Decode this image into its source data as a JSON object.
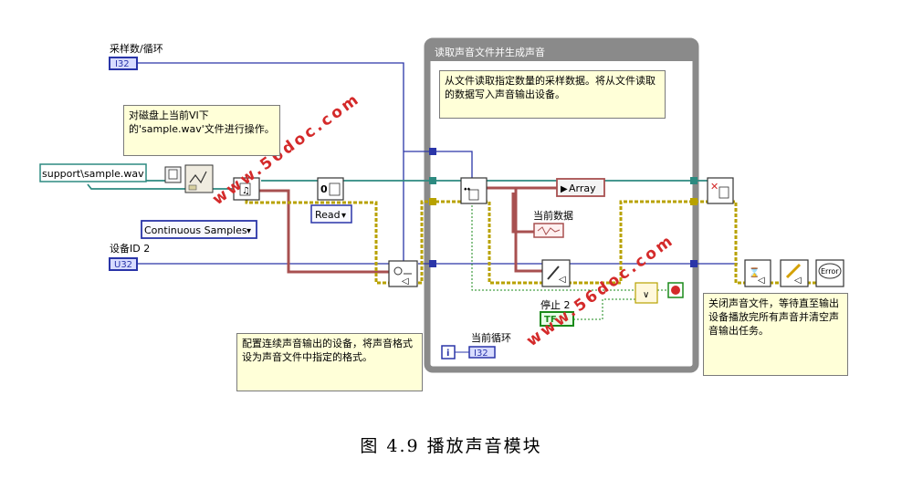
{
  "labels": {
    "sample_per_loop": "采样数/循环",
    "device_id": "设备ID 2",
    "loop_title": "读取声音文件并生成声音",
    "current_data": "当前数据",
    "stop": "停止 2",
    "current_loop": "当前循环"
  },
  "terminals": {
    "i32": "I32",
    "u32": "U32",
    "i_icon": "i"
  },
  "controls": {
    "file_path": "support\\sample.wav",
    "samples_mode": "Continuous Samples",
    "read_mode": "Read",
    "open_index": "0",
    "array_indicator": "Array",
    "stop_value": "TF"
  },
  "notes": {
    "file_note": "对磁盘上当前VI下的'sample.wav'文件进行操作。",
    "loop_note": "从文件读取指定数量的采样数据。将从文件读取的数据写入声音输出设备。",
    "config_note": "配置连续声音输出的设备，将声音格式设为声音文件中指定的格式。",
    "close_note": "关闭声音文件，等待直至输出设备播放完所有声音并清空声音输出任务。"
  },
  "error_label": "Error",
  "watermark": "www.56doc.com",
  "caption": "图 4.9 播放声音模块",
  "colors": {
    "loop_frame": "#8a8a8a",
    "wire_blue": "#2a35a8",
    "wire_teal": "#2d8a80",
    "wire_error": "#b8a200",
    "wire_refnum": "#a85050",
    "wire_bool": "#1a8a1a",
    "note_bg": "#ffffd8",
    "watermark": "#d42a2a"
  }
}
